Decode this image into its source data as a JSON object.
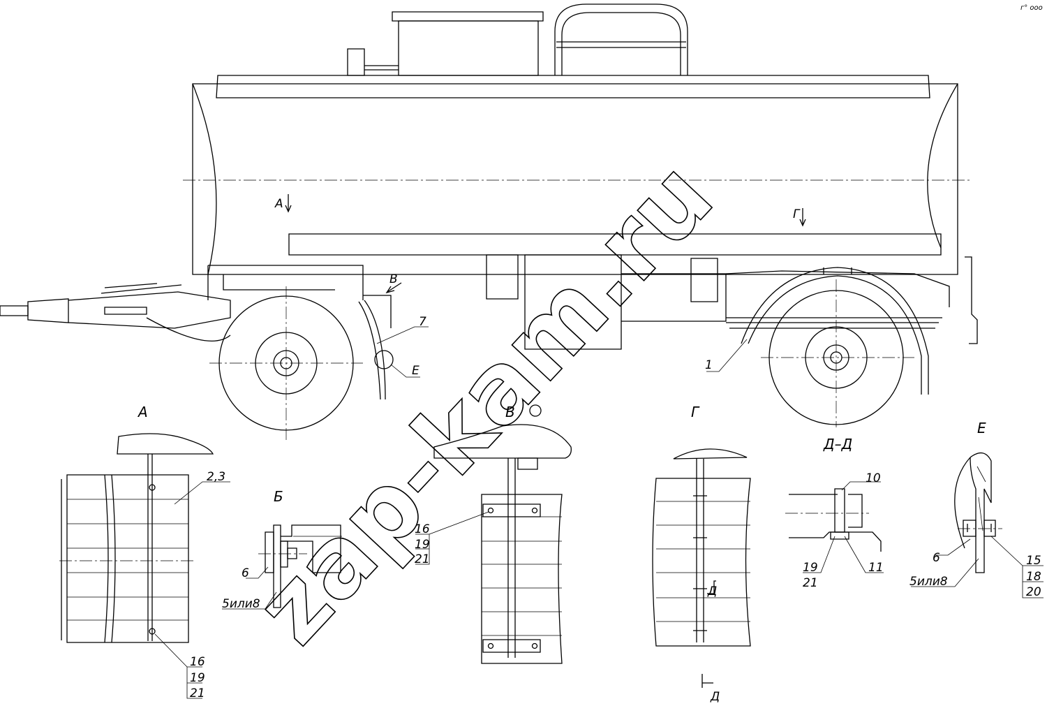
{
  "watermark": "zap-kam.ru",
  "corner_mark": "г° ооо",
  "section_marks": {
    "A": "А",
    "G": "Г",
    "V": "В"
  },
  "view_titles": {
    "A": "А",
    "B": "Б",
    "V": "В",
    "G": "Г",
    "DD": "Д–Д",
    "E": "Е"
  },
  "section_cut_label": "Д",
  "callouts": {
    "main_1": "1",
    "main_7": "7",
    "main_E": "Е",
    "viewA_pos": "2,3",
    "viewA_stack": [
      "16",
      "19",
      "21"
    ],
    "viewB_6": "6",
    "viewB_5or8": "5или8",
    "viewV_stack": [
      "16",
      "19",
      "21"
    ],
    "viewDD_10": "10",
    "viewDD_11": "11",
    "viewDD_stack": [
      "19",
      "21"
    ],
    "viewE_6": "6",
    "viewE_5or8": "5или8",
    "viewE_stack": [
      "15",
      "18",
      "20"
    ]
  }
}
